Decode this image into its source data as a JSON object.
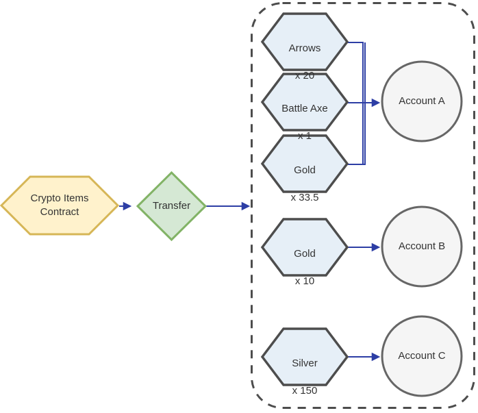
{
  "diagram": {
    "source": {
      "label": "Crypto Items\nContract"
    },
    "transfer": {
      "label": "Transfer"
    },
    "container": {
      "groups": [
        {
          "items": [
            {
              "name": "Arrows",
              "qty": "x 20"
            },
            {
              "name": "Battle Axe",
              "qty": "x 1"
            },
            {
              "name": "Gold",
              "qty": "x 33.5"
            }
          ],
          "account": {
            "label": "Account A"
          }
        },
        {
          "items": [
            {
              "name": "Gold",
              "qty": "x 10"
            }
          ],
          "account": {
            "label": "Account B"
          }
        },
        {
          "items": [
            {
              "name": "Silver",
              "qty": "x 150"
            }
          ],
          "account": {
            "label": "Account C"
          }
        }
      ]
    },
    "colors": {
      "contract_fill": "#FFF2CC",
      "contract_stroke": "#D6B656",
      "transfer_fill": "#D5E8D4",
      "transfer_stroke": "#82B366",
      "item_fill": "#E6EFF7",
      "item_stroke": "#4D4D4D",
      "account_fill": "#F5F5F5",
      "account_stroke": "#666666",
      "arrow": "#2D3EA5",
      "container_stroke": "#4D4D4D",
      "text": "#333333",
      "background": "#FFFFFF"
    }
  }
}
